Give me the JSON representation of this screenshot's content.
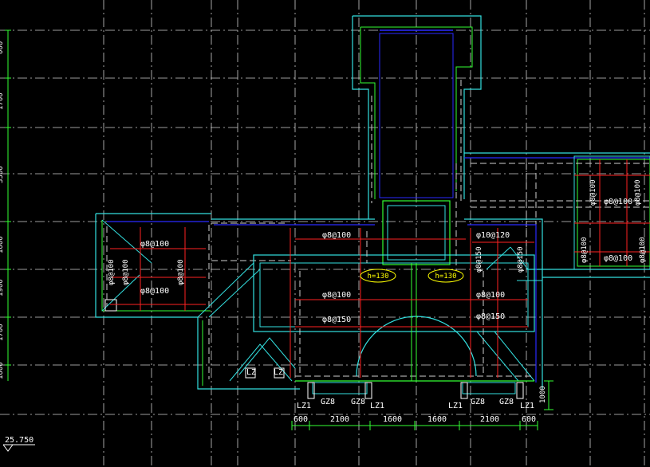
{
  "colors": {
    "background": "#000000",
    "grid": "#cfcfcf",
    "cyan": "#33e0e0",
    "blue": "#2a2aff",
    "green": "#33ff33",
    "red": "#ff2222",
    "white": "#ffffff",
    "yellow": "#ffff00"
  },
  "left_axis_labels": [
    "000",
    "1700",
    "3300",
    "1600",
    "1900",
    "1700",
    "1600"
  ],
  "rebar_labels": {
    "a": "φ8@100",
    "b": "φ8@100",
    "c": "φ8@100",
    "d": "φ8@100",
    "e": "φ8@100",
    "f": "φ8@150",
    "g": "φ8@100",
    "h": "φ8@150",
    "i": "φ10@120",
    "j": "φ8@100",
    "k": "φ8@100",
    "l": "φ8@100",
    "m": "φ8@100",
    "n": "φ8@150",
    "o": "φ8@150",
    "p": "φ8@100",
    "q": "φ8@100",
    "r": "φ8@100",
    "s": "φ8@100"
  },
  "slab_labels": [
    "h=130",
    "h=130"
  ],
  "column_labels": {
    "lz_left": "LZ",
    "lz_right": "LZ",
    "lz1_a": "LZ1",
    "gz8_a": "GZ8",
    "gz8_b": "GZ8",
    "lz1_b": "LZ1",
    "lz1_c": "LZ1",
    "gz8_c": "GZ8",
    "gz8_d": "GZ8",
    "lz1_d": "LZ1"
  },
  "bottom_dimensions": [
    "600",
    "2100",
    "1600",
    "1600",
    "2100",
    "600"
  ],
  "right_dimension": "1000",
  "elevation": "25.750"
}
